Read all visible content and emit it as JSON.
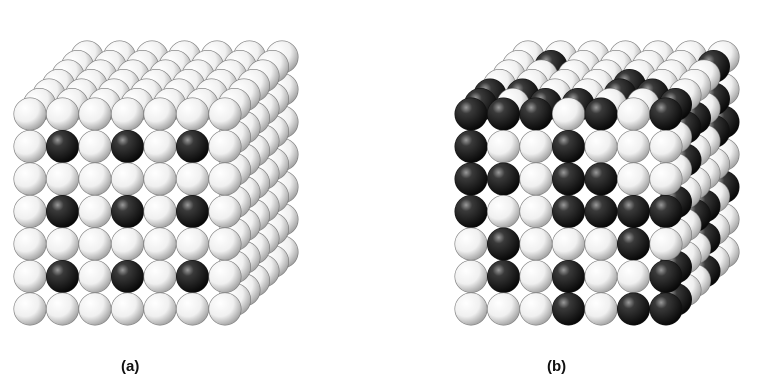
{
  "panels": [
    {
      "id": "a",
      "label": "(a)"
    },
    {
      "id": "b",
      "label": "(b)"
    }
  ],
  "colors": {
    "background": "#ffffff",
    "sphere_white_light": "#ffffff",
    "sphere_white_dark": "#9a9a9a",
    "sphere_black_light": "#8a8a8a",
    "sphere_black_dark": "#050505",
    "outline": "#555555"
  }
}
